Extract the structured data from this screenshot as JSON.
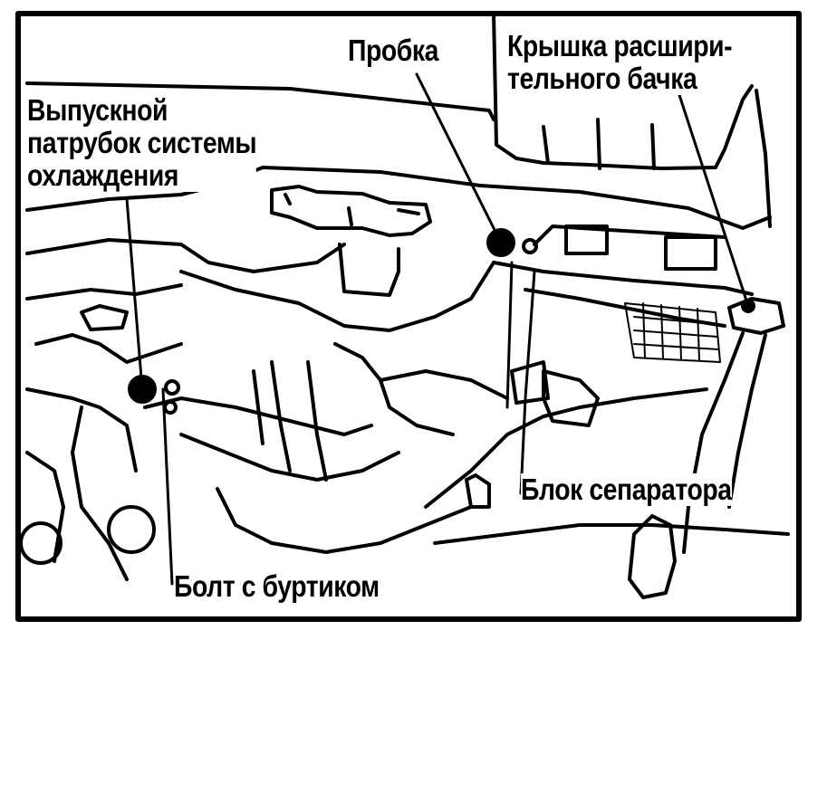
{
  "labels": {
    "outlet_line1": "Выпускной",
    "outlet_line2": "патрубок системы",
    "outlet_line3": "охлаждения",
    "plug": "Пробка",
    "cap_line1": "Крышка расшири-",
    "cap_line2": "тельного бачка",
    "separator": "Блок сепаратора",
    "bolt": "Болт с буртиком"
  },
  "colors": {
    "ink": "#000000",
    "paper": "#ffffff"
  }
}
